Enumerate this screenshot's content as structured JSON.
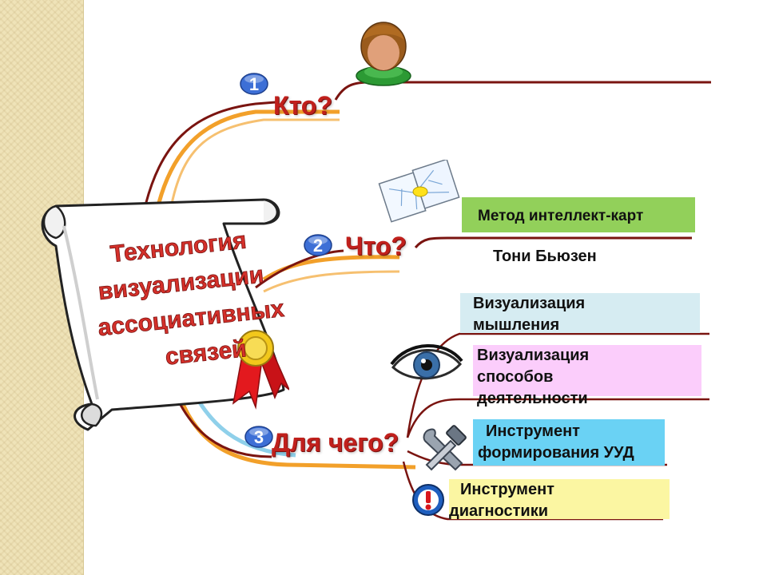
{
  "scroll": {
    "title_lines": [
      "Технология",
      "визуализации",
      "ассоциативных",
      "связей"
    ]
  },
  "questions": [
    {
      "number": "1",
      "text": "Кто?"
    },
    {
      "number": "2",
      "text": "Что?"
    },
    {
      "number": "3",
      "text": "Для чего?"
    }
  ],
  "what": {
    "method_label": "Метод интеллект-карт",
    "author": "Тони Бьюзен"
  },
  "why": {
    "visualization_thinking": "Визуализация мышления",
    "visualization_activity": "Визуализация способов деятельности",
    "tool_uud": "Инструмент формирования УУД",
    "tool_diagnostics": "Инструмент диагностики"
  },
  "colors": {
    "question_red": "#c0201c",
    "branch_dark": "#7a1410",
    "branch_orange": "#f2a02a",
    "badge_blue": "#3d6fd6",
    "green_box": "#92d05a",
    "light_blue_box": "#d6ecf2",
    "pink_box": "#fbcdfb",
    "blue_box": "#6ad2f4",
    "yellow_box": "#fbf6a2"
  },
  "icons": [
    "person-icon",
    "map-icon",
    "eye-icon",
    "tools-icon",
    "warning-icon",
    "seal-icon"
  ]
}
